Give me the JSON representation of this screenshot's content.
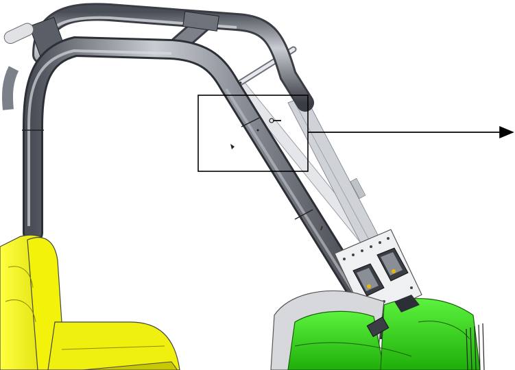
{
  "diagram": {
    "labels": [],
    "colors": {
      "background": "#ffffff",
      "roll_bar_tube": "#8a8e96",
      "roll_bar_highlight": "#c9ccd2",
      "roll_bar_shadow": "#4a4e56",
      "bracket_plate": "#d9dbe0",
      "mount_panel": "#eef0f2",
      "seat": "#f2f20a",
      "seat_shadow": "#c8c800",
      "hood": "#38e21c",
      "hood_shadow": "#1fae0a",
      "cowl_grey": "#d6d8dc",
      "callout_box": "#000000",
      "leader_arrow": "#000000"
    },
    "parts": [
      {
        "name": "roll-bar-frame"
      },
      {
        "name": "rear-support-post"
      },
      {
        "name": "antenna-mast"
      },
      {
        "name": "mounting-bracket"
      },
      {
        "name": "light-housing-left"
      },
      {
        "name": "light-housing-right"
      },
      {
        "name": "seat"
      },
      {
        "name": "hood-body"
      },
      {
        "name": "callout-box"
      },
      {
        "name": "leader-arrow"
      }
    ]
  }
}
